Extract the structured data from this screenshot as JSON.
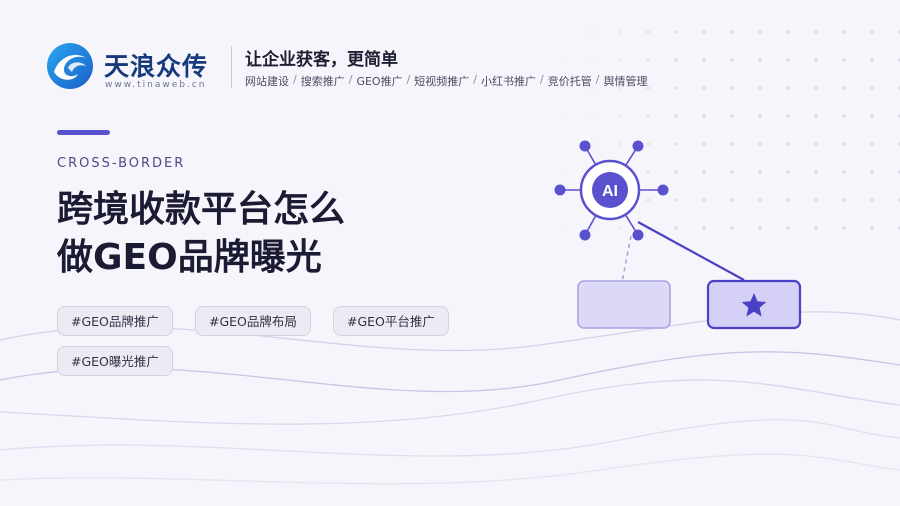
{
  "brand": {
    "name": "天浪众传",
    "url": "www.tinaweb.cn",
    "slogan": "让企业获客，更简单",
    "services": [
      "网站建设",
      "搜索推广",
      "GEO推广",
      "短视频推广",
      "小红书推广",
      "竞价托管",
      "舆情管理"
    ],
    "separator": "/"
  },
  "hero": {
    "eyebrow": "CROSS-BORDER",
    "title_line1": "跨境收款平台怎么",
    "title_line2": "做GEO品牌曝光"
  },
  "tags": [
    "#GEO品牌推广",
    "#GEO品牌布局",
    "#GEO平台推广",
    "#GEO曝光推广"
  ],
  "diagram": {
    "hub_label": "AI",
    "icons": [
      "ai-hub-icon",
      "star-icon"
    ]
  },
  "colors": {
    "accent": "#5a51cf",
    "brand_blue": "#163a7c",
    "title": "#1b1c33",
    "background": "#f6f5fb"
  }
}
